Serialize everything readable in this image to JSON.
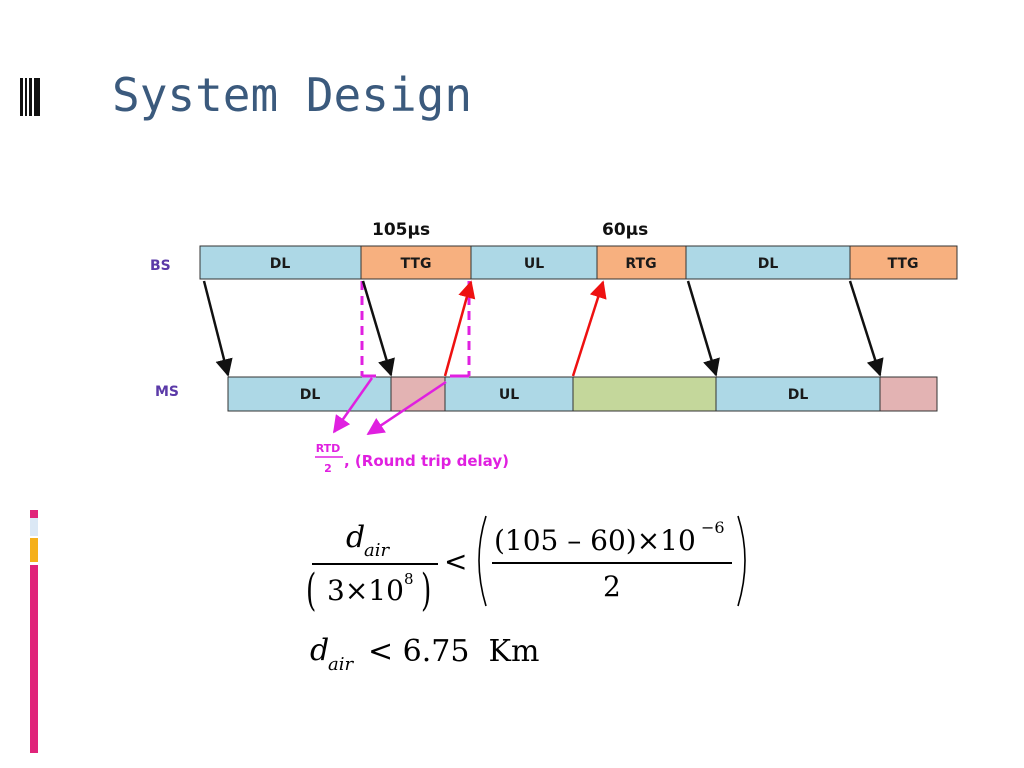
{
  "slide": {
    "title": "System Design"
  },
  "colors": {
    "title": "#3b5a7d",
    "dl_ul": "#add8e6",
    "gap": "#f7b07f",
    "ms_gap_pink": "#e3b3b3",
    "ms_gap_green": "#c4d79b",
    "magenta": "#e020e0",
    "red": "#ee1111",
    "accent_pink": "#e0247a",
    "accent_orange": "#f5b01a",
    "accent_light": "#dbe8f5"
  },
  "diagram": {
    "time_labels": {
      "ttg": "105μs",
      "rtg": "60μs"
    },
    "rows": {
      "bs": "BS",
      "ms": "MS"
    },
    "bs_segments": [
      "DL",
      "TTG",
      "UL",
      "RTG",
      "DL",
      "TTG"
    ],
    "ms_segments": [
      "DL",
      "",
      "UL",
      "",
      "DL",
      ""
    ],
    "rtd": {
      "numerator": "RTD",
      "denominator": "2",
      "text": ", (Round trip delay)"
    }
  },
  "equation": {
    "line1": {
      "lhs_num_var": "d",
      "lhs_num_sub": "air",
      "lhs_den": "3×10",
      "lhs_den_exp": "8",
      "op": "<",
      "rhs_num": "(105 – 60)×10",
      "rhs_num_exp": "−6",
      "rhs_den": "2"
    },
    "line2": {
      "var": "d",
      "sub": "air",
      "text": "< 6.75  Km"
    }
  }
}
